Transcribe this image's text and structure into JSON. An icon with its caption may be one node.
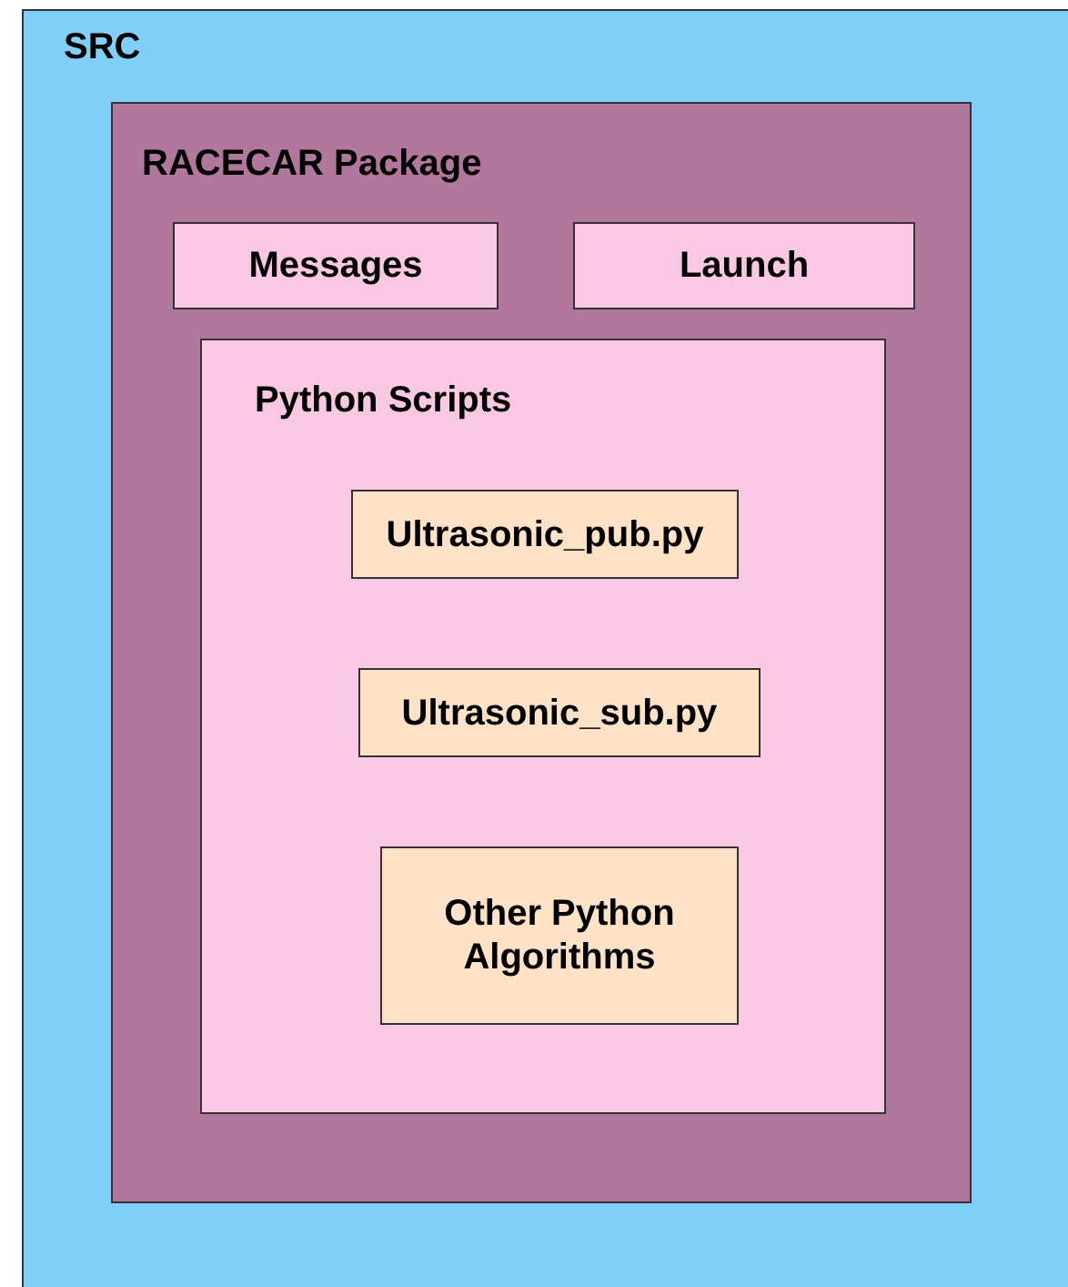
{
  "diagram": {
    "nodes": [
      {
        "text": [
          "SRC"
        ]
      },
      {
        "text": [
          "RACECAR Package"
        ],
        "in": 0
      },
      {
        "text": [
          "Messages"
        ],
        "in": 1
      },
      {
        "text": [
          "Launch"
        ],
        "in": 1
      },
      {
        "text": [
          "Python Scripts"
        ],
        "in": 1
      },
      {
        "text": [
          "Ultrasonic_pub.py"
        ],
        "in": 4
      },
      {
        "text": [
          "Ultrasonic_sub.py"
        ],
        "in": 4
      },
      {
        "text": [
          "Other Python Algorithms"
        ],
        "in": 4
      }
    ]
  }
}
